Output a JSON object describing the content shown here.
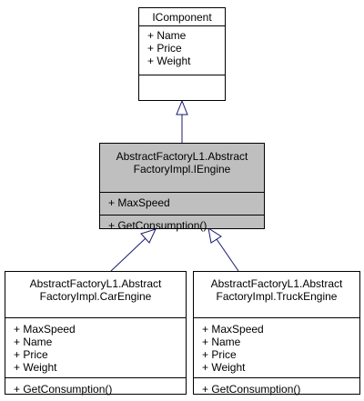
{
  "classes": {
    "icomponent": {
      "title_lines": [
        "IComponent"
      ],
      "attributes": [
        "+ Name",
        "+ Price",
        "+ Weight"
      ],
      "methods": []
    },
    "iengine": {
      "title_lines": [
        "AbstractFactoryL1.Abstract",
        "FactoryImpl.IEngine"
      ],
      "attributes": [
        "+ MaxSpeed"
      ],
      "methods": [
        "+ GetConsumption()"
      ]
    },
    "carengine": {
      "title_lines": [
        "AbstractFactoryL1.Abstract",
        "FactoryImpl.CarEngine"
      ],
      "attributes": [
        "+ MaxSpeed",
        "+ Name",
        "+ Price",
        "+ Weight"
      ],
      "methods": [
        "+ GetConsumption()"
      ]
    },
    "truckengine": {
      "title_lines": [
        "AbstractFactoryL1.Abstract",
        "FactoryImpl.TruckEngine"
      ],
      "attributes": [
        "+ MaxSpeed",
        "+ Name",
        "+ Price",
        "+ Weight"
      ],
      "methods": [
        "+ GetConsumption()"
      ]
    }
  },
  "colors": {
    "edge": "#191970",
    "highlight_fill": "#bfbfbf",
    "border": "#000000"
  }
}
